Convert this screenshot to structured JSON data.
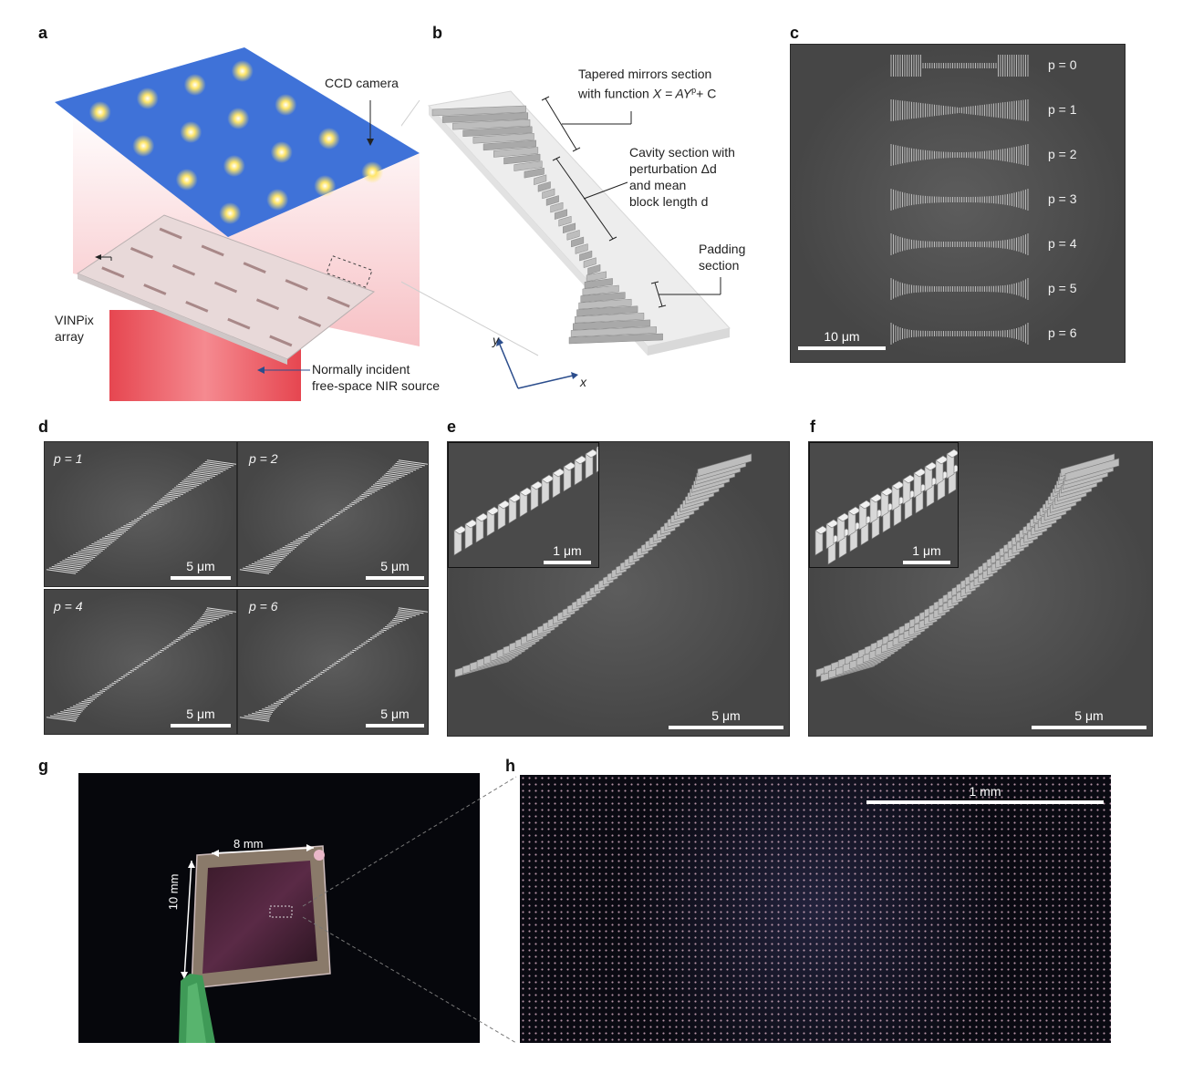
{
  "panels": {
    "a": "a",
    "b": "b",
    "c": "c",
    "d": "d",
    "e": "e",
    "f": "f",
    "g": "g",
    "h": "h"
  },
  "panel_a": {
    "ccd_label": "CCD camera",
    "array_label_1": "VINPix",
    "array_label_2": "array",
    "source_label_1": "Normally incident",
    "source_label_2": "free-space NIR source"
  },
  "panel_b": {
    "mirrors_line1": "Tapered mirrors section",
    "mirrors_line2_prefix": "with function ",
    "mirrors_formula": "X = AY",
    "mirrors_exp": "p",
    "mirrors_suffix": "+ C",
    "cavity_line1": "Cavity section with",
    "cavity_line2": "perturbation Δd",
    "cavity_line3": "and mean",
    "cavity_line4": "block length d",
    "padding_line1": "Padding",
    "padding_line2": "section",
    "axis_y": "y",
    "axis_x": "x"
  },
  "panel_c": {
    "rows": [
      "p = 0",
      "p = 1",
      "p = 2",
      "p = 3",
      "p = 4",
      "p = 5",
      "p = 6"
    ],
    "scale": "10 μm"
  },
  "panel_d": {
    "tiles": [
      {
        "p": "p = 1",
        "scale": "5 μm"
      },
      {
        "p": "p = 2",
        "scale": "5 μm"
      },
      {
        "p": "p = 4",
        "scale": "5 μm"
      },
      {
        "p": "p = 6",
        "scale": "5 μm"
      }
    ]
  },
  "panel_e": {
    "inset_scale": "1 μm",
    "scale": "5 μm"
  },
  "panel_f": {
    "inset_scale": "1 μm",
    "scale": "5 μm"
  },
  "panel_g": {
    "width_label": "8 mm",
    "height_label": "10 mm"
  },
  "panel_h": {
    "scale": "1 mm"
  },
  "colors": {
    "sem_bg": "#4a4a4a",
    "camera_blue": "#3f72d8",
    "laser_red": "#e8505a",
    "tweezer_green": "#3f9a57"
  }
}
